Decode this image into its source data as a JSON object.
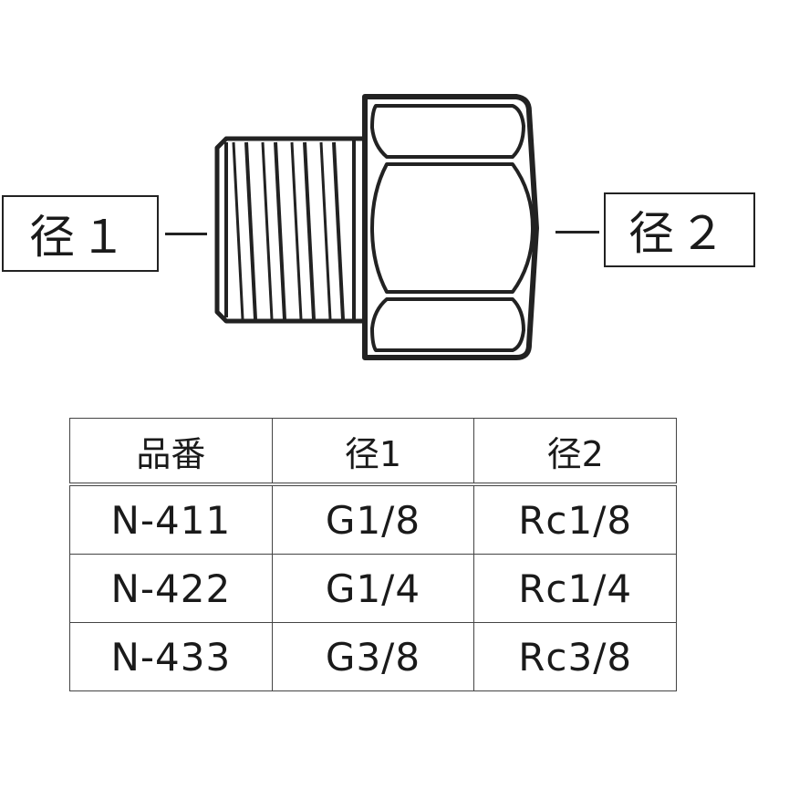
{
  "callouts": {
    "left": "径１",
    "right": "径２"
  },
  "table": {
    "headers": [
      "品番",
      "径1",
      "径2"
    ],
    "rows": [
      [
        "N-411",
        "G1/8",
        "Rc1/8"
      ],
      [
        "N-422",
        "G1/4",
        "Rc1/4"
      ],
      [
        "N-433",
        "G3/8",
        "Rc3/8"
      ]
    ]
  },
  "colors": {
    "line": "#222222",
    "background": "#ffffff"
  },
  "icons": {
    "part": "hex-adapter-fitting-drawing"
  }
}
